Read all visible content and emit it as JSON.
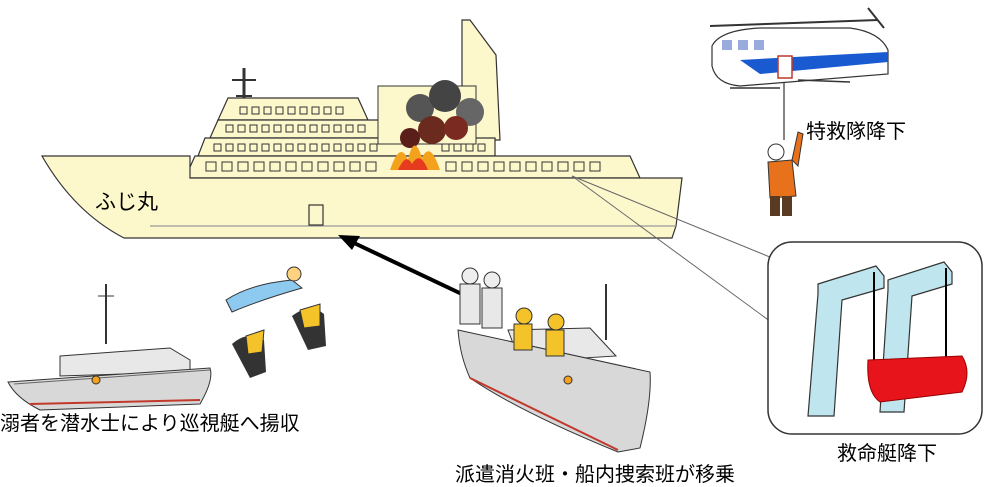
{
  "labels": {
    "ship_name": "ふじ丸",
    "helicopter_action": "特救隊降下",
    "lifeboat_action": "救命艇降下",
    "firefight_action": "派遣消火班・船内捜索班が移乗",
    "diver_action": "溺者を潜水士により巡視艇へ揚収"
  },
  "colors": {
    "ship_hull": "#fdf7cc",
    "lifeboat": "#e8141c",
    "davit": "#bfe6ee",
    "patrol_boat": "#d8d8d8",
    "helicopter_stripe": "#1a5ad1"
  }
}
